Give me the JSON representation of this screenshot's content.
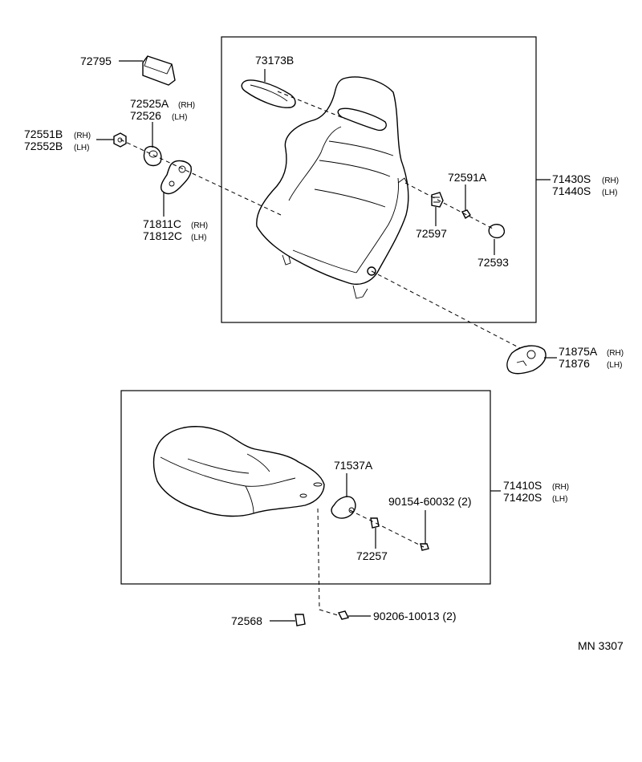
{
  "diagram": {
    "code": "MN 3307",
    "backrest": {
      "assembly": {
        "rh": "71430S",
        "lh": "71440S"
      },
      "cover": "73173B",
      "parts": {
        "p72795": "72795",
        "p72525": {
          "rh": "72525A",
          "lh": "72526"
        },
        "p72551": {
          "rh": "72551B",
          "lh": "72552B"
        },
        "p71811": {
          "rh": "71811C",
          "lh": "71812C"
        },
        "p72591": "72591A",
        "p72597": "72597",
        "p72593": "72593",
        "p71875": {
          "rh": "71875A",
          "lh": "71876"
        }
      }
    },
    "cushion": {
      "assembly": {
        "rh": "71410S",
        "lh": "71420S"
      },
      "parts": {
        "p71537": "71537A",
        "p90154": "90154-60032 (2)",
        "p72257": "72257",
        "p72568": "72568",
        "p90206": "90206-10013 (2)"
      }
    },
    "side": {
      "rh": "(RH)",
      "lh": "(LH)"
    }
  }
}
